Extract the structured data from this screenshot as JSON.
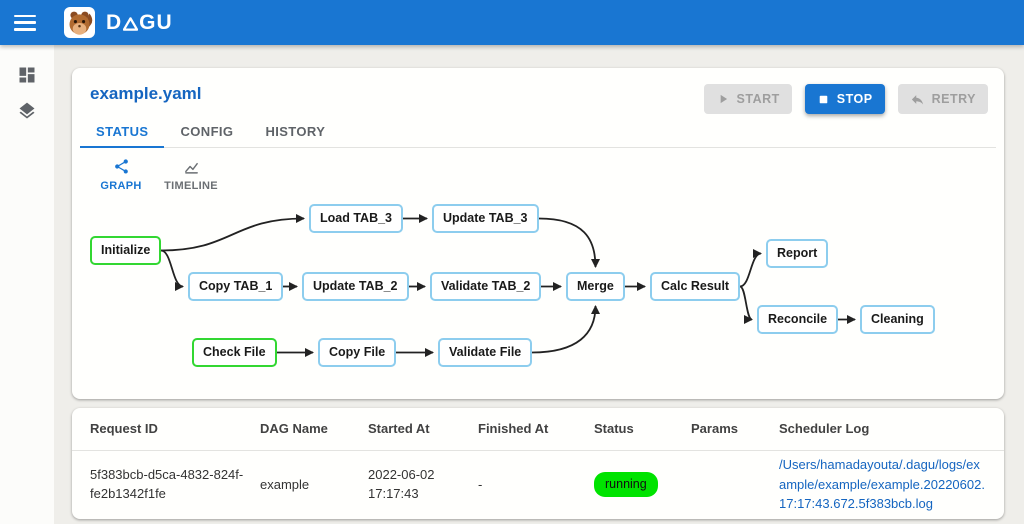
{
  "colors": {
    "app_bar": "#1976d2",
    "accent": "#1976d2",
    "title_blue": "#1565c0"
  },
  "app_bar": {
    "logo_prefix": "D",
    "logo_suffix": "GU"
  },
  "sidebar": {
    "items": [
      {
        "icon": "dashboard-icon"
      },
      {
        "icon": "layers-icon"
      }
    ]
  },
  "dag": {
    "title": "example.yaml",
    "actions": [
      {
        "label": "START",
        "enabled": false,
        "icon": "play-icon"
      },
      {
        "label": "STOP",
        "enabled": true,
        "icon": "stop-icon"
      },
      {
        "label": "RETRY",
        "enabled": false,
        "icon": "retry-icon"
      }
    ],
    "tabs": [
      {
        "label": "STATUS",
        "active": true
      },
      {
        "label": "CONFIG",
        "active": false
      },
      {
        "label": "HISTORY",
        "active": false
      }
    ],
    "view_tabs": [
      {
        "label": "GRAPH",
        "icon": "share-icon",
        "active": true
      },
      {
        "label": "TIMELINE",
        "icon": "timeline-icon",
        "active": false
      }
    ]
  },
  "graph": {
    "colors": {
      "active": "#32d732",
      "idle": "#8dcdee",
      "edge": "#222222"
    },
    "nodes": [
      {
        "id": "initialize",
        "label": "Initialize",
        "state": "active"
      },
      {
        "id": "load_tab_3",
        "label": "Load TAB_3",
        "state": "idle"
      },
      {
        "id": "update_tab_3",
        "label": "Update TAB_3",
        "state": "idle"
      },
      {
        "id": "copy_tab_1",
        "label": "Copy TAB_1",
        "state": "idle"
      },
      {
        "id": "update_tab_2",
        "label": "Update TAB_2",
        "state": "idle"
      },
      {
        "id": "validate_tab_2",
        "label": "Validate TAB_2",
        "state": "idle"
      },
      {
        "id": "check_file",
        "label": "Check File",
        "state": "active"
      },
      {
        "id": "copy_file",
        "label": "Copy File",
        "state": "idle"
      },
      {
        "id": "validate_file",
        "label": "Validate File",
        "state": "idle"
      },
      {
        "id": "merge",
        "label": "Merge",
        "state": "idle"
      },
      {
        "id": "calc_result",
        "label": "Calc Result",
        "state": "idle"
      },
      {
        "id": "report",
        "label": "Report",
        "state": "idle"
      },
      {
        "id": "reconcile",
        "label": "Reconcile",
        "state": "idle"
      },
      {
        "id": "cleaning",
        "label": "Cleaning",
        "state": "idle"
      }
    ],
    "edges": [
      {
        "from": "initialize",
        "to": "load_tab_3"
      },
      {
        "from": "initialize",
        "to": "copy_tab_1"
      },
      {
        "from": "load_tab_3",
        "to": "update_tab_3"
      },
      {
        "from": "copy_tab_1",
        "to": "update_tab_2"
      },
      {
        "from": "update_tab_2",
        "to": "validate_tab_2"
      },
      {
        "from": "update_tab_3",
        "to": "merge",
        "toSide": "top"
      },
      {
        "from": "validate_tab_2",
        "to": "merge"
      },
      {
        "from": "check_file",
        "to": "copy_file"
      },
      {
        "from": "copy_file",
        "to": "validate_file"
      },
      {
        "from": "validate_file",
        "to": "merge",
        "toSide": "bottom"
      },
      {
        "from": "merge",
        "to": "calc_result"
      },
      {
        "from": "calc_result",
        "to": "report"
      },
      {
        "from": "calc_result",
        "to": "reconcile"
      },
      {
        "from": "reconcile",
        "to": "cleaning"
      }
    ]
  },
  "history_table": {
    "headers": [
      "Request ID",
      "DAG Name",
      "Started At",
      "Finished At",
      "Status",
      "Params",
      "Scheduler Log"
    ],
    "row": {
      "request_id": "5f383bcb-d5ca-4832-824f-fe2b1342f1fe",
      "dag_name": "example",
      "started_at": "2022-06-02 17:17:43",
      "finished_at": "-",
      "status": "running",
      "params": "",
      "scheduler_log": "/Users/hamadayouta/.dagu/logs/example/example/example.20220602.17:17:43.672.5f383bcb.log"
    },
    "status_color": "#00e300"
  }
}
